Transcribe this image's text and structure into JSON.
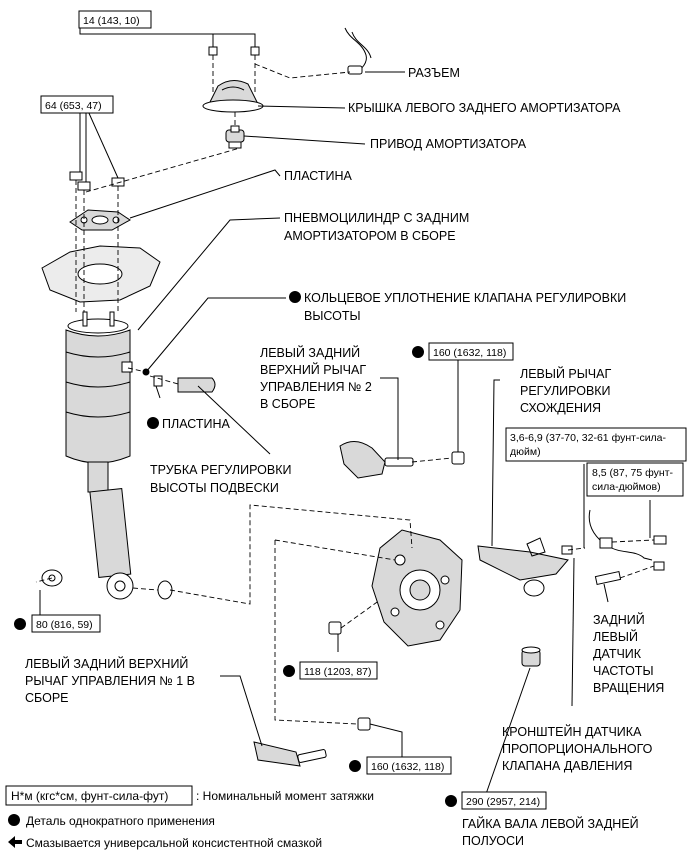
{
  "labels": {
    "connector": "РАЗЪЕМ",
    "shock_cover": "КРЫШКА ЛЕВОГО ЗАДНЕГО АМОРТИЗАТОРА",
    "actuator": "ПРИВОД АМОРТИЗАТОРА",
    "plate_top": "ПЛАСТИНА",
    "air_cyl_1": "ПНЕВМОЦИЛИНДР С ЗАДНИМ",
    "air_cyl_2": "АМОРТИЗАТОРОМ В СБОРЕ",
    "oring_1": "КОЛЬЦЕВОЕ УПЛОТНЕНИЕ КЛАПАНА РЕГУЛИРОВКИ",
    "oring_2": "ВЫСОТЫ",
    "upper_arm2_1": "ЛЕВЫЙ ЗАДНИЙ",
    "upper_arm2_2": "ВЕРХНИЙ РЫЧАГ",
    "upper_arm2_3": "УПРАВЛЕНИЯ № 2",
    "upper_arm2_4": "В СБОРЕ",
    "toe_arm_1": "ЛЕВЫЙ РЫЧАГ",
    "toe_arm_2": "РЕГУЛИРОВКИ",
    "toe_arm_3": "СХОЖДЕНИЯ",
    "plate_mid": "ПЛАСТИНА",
    "tube_1": "ТРУБКА РЕГУЛИРОВКИ",
    "tube_2": "ВЫСОТЫ ПОДВЕСКИ",
    "speed_sensor_1": "ЗАДНИЙ",
    "speed_sensor_2": "ЛЕВЫЙ",
    "speed_sensor_3": "ДАТЧИК",
    "speed_sensor_4": "ЧАСТОТЫ",
    "speed_sensor_5": "ВРАЩЕНИЯ",
    "upper_arm1_1": "ЛЕВЫЙ ЗАДНИЙ ВЕРХНИЙ",
    "upper_arm1_2": "РЫЧАГ УПРАВЛЕНИЯ № 1 В",
    "upper_arm1_3": "СБОРЕ",
    "bracket_1": "КРОНШТЕЙН ДАТЧИКА",
    "bracket_2": "ПРОПОРЦИОНАЛЬНОГО",
    "bracket_3": "КЛАПАНА ДАВЛЕНИЯ",
    "axle_nut_1": "ГАЙКА ВАЛА ЛЕВОЙ ЗАДНЕЙ",
    "axle_nut_2": "ПОЛУОСИ"
  },
  "torques": {
    "t14": "14 (143, 10)",
    "t64": "64 (653, 47)",
    "t160a": "160 (1632, 118)",
    "t36a": "3,6-6,9 (37-70, 32-61 фунт-сила-",
    "t36b": "дюйм)",
    "t85a": "8,5 (87, 75 фунт-",
    "t85b": "сила-дюймов)",
    "t80": "80 (816, 59)",
    "t118": "118 (1203, 87)",
    "t160b": "160 (1632, 118)",
    "t290": "290 (2957, 214)"
  },
  "legend": {
    "unit_box": "Н*м (кгс*см, фунт-сила-фут)",
    "unit_desc": ": Номинальный момент затяжки",
    "single_use": "Деталь однократного применения",
    "grease": "Смазывается универсальной консистентной смазкой"
  }
}
